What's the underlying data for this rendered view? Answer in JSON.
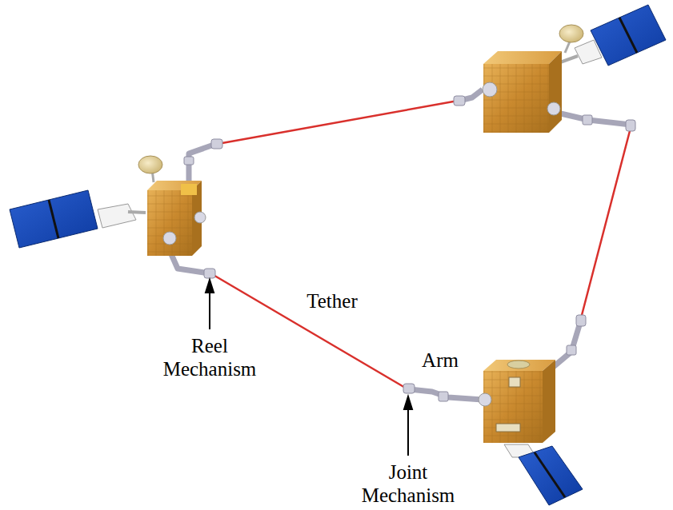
{
  "diagram": {
    "labels": [
      "Tether",
      "Reel Mechanism",
      "Arm",
      "Joint Mechanism"
    ]
  }
}
